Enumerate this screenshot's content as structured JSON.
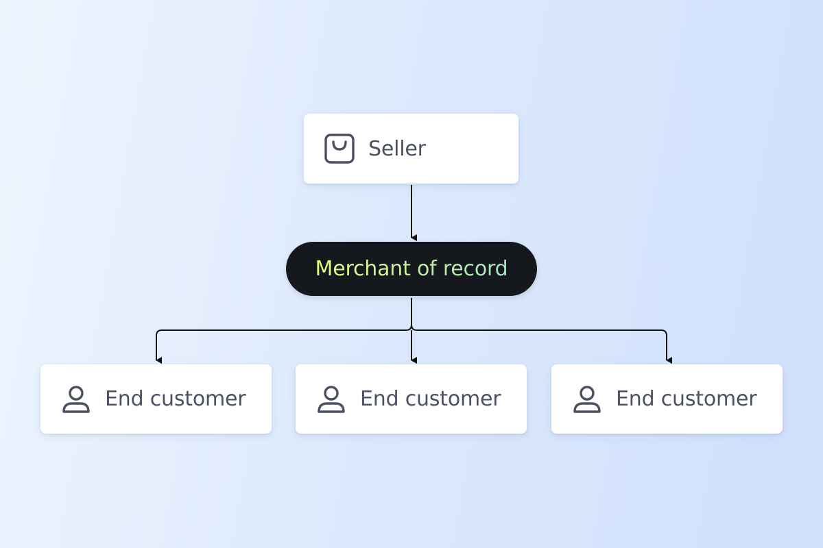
{
  "diagram": {
    "seller": {
      "label": "Seller",
      "icon": "shopping-bag-icon"
    },
    "merchant_of_record": {
      "label": "Merchant of record",
      "gradient": [
        "#e8fb7c",
        "#a6e8c4"
      ],
      "background": "#15181d"
    },
    "customers": [
      {
        "label": "End customer",
        "icon": "user-icon"
      },
      {
        "label": "End customer",
        "icon": "user-icon"
      },
      {
        "label": "End customer",
        "icon": "user-icon"
      }
    ],
    "colors": {
      "connector": "#111111",
      "card_text": "#4b5162",
      "icon_stroke": "#4b5162"
    }
  }
}
